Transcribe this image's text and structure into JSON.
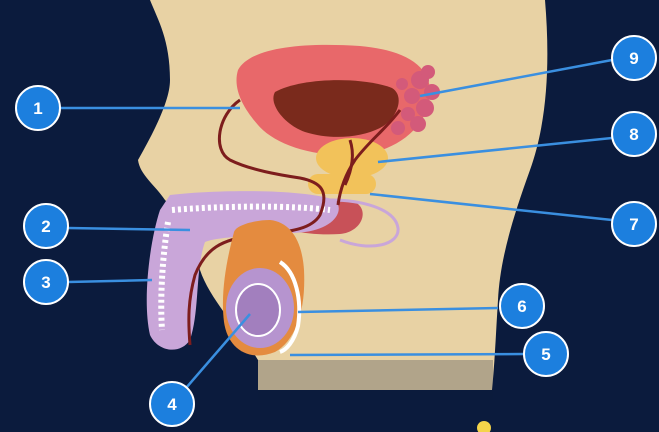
{
  "colors": {
    "background": "#0b1b3d",
    "body": "#e8d2a4",
    "body_shadow": "#d9bf8c",
    "marker": "#1c7fde",
    "marker_ring": "#ffffff",
    "leader_line": "#3a8fe0",
    "bladder_outer": "#e8686a",
    "bladder_inner": "#7a2a1c",
    "vessel": "#7d1d1d",
    "seminal_vesicle": "#d35a7a",
    "prostate": "#f2c25a",
    "penis_shaft": "#c9a6d9",
    "urethra_band": "#ffffff",
    "scrotum": "#e48b3f",
    "testis": "#b694cf",
    "bulb_glands": "#c23b4b",
    "small_dot": "#f5d44a"
  },
  "markers": [
    {
      "label": "1",
      "target": "bladder-region"
    },
    {
      "label": "2",
      "target": "urethra-region"
    },
    {
      "label": "3",
      "target": "penis-shaft-region"
    },
    {
      "label": "4",
      "target": "testis-lobules-region"
    },
    {
      "label": "5",
      "target": "scrotum-region"
    },
    {
      "label": "6",
      "target": "epididymis-region"
    },
    {
      "label": "7",
      "target": "bulbourethral-region"
    },
    {
      "label": "8",
      "target": "prostate-region"
    },
    {
      "label": "9",
      "target": "seminal-vesicle-region"
    }
  ]
}
